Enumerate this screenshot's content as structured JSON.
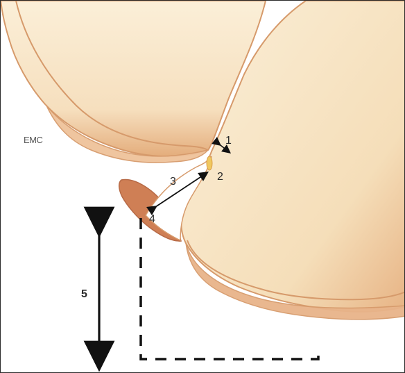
{
  "diagram": {
    "watermark": "EMC",
    "labels": {
      "one": "1",
      "two": "2",
      "three": "3",
      "four": "4",
      "five": "5"
    },
    "colors": {
      "tooth_fill": "#f6dfbe",
      "tooth_shadow": "#d89b6d",
      "tooth_outline": "#d69a6b",
      "contact_point": "#f0c85f",
      "bone_crest": "#cf7f55",
      "line_black": "#111111",
      "background": "#ffffff"
    },
    "icons": {
      "double_arrow": "double-arrow-icon",
      "dashed_line": "dashed-line-icon"
    }
  }
}
